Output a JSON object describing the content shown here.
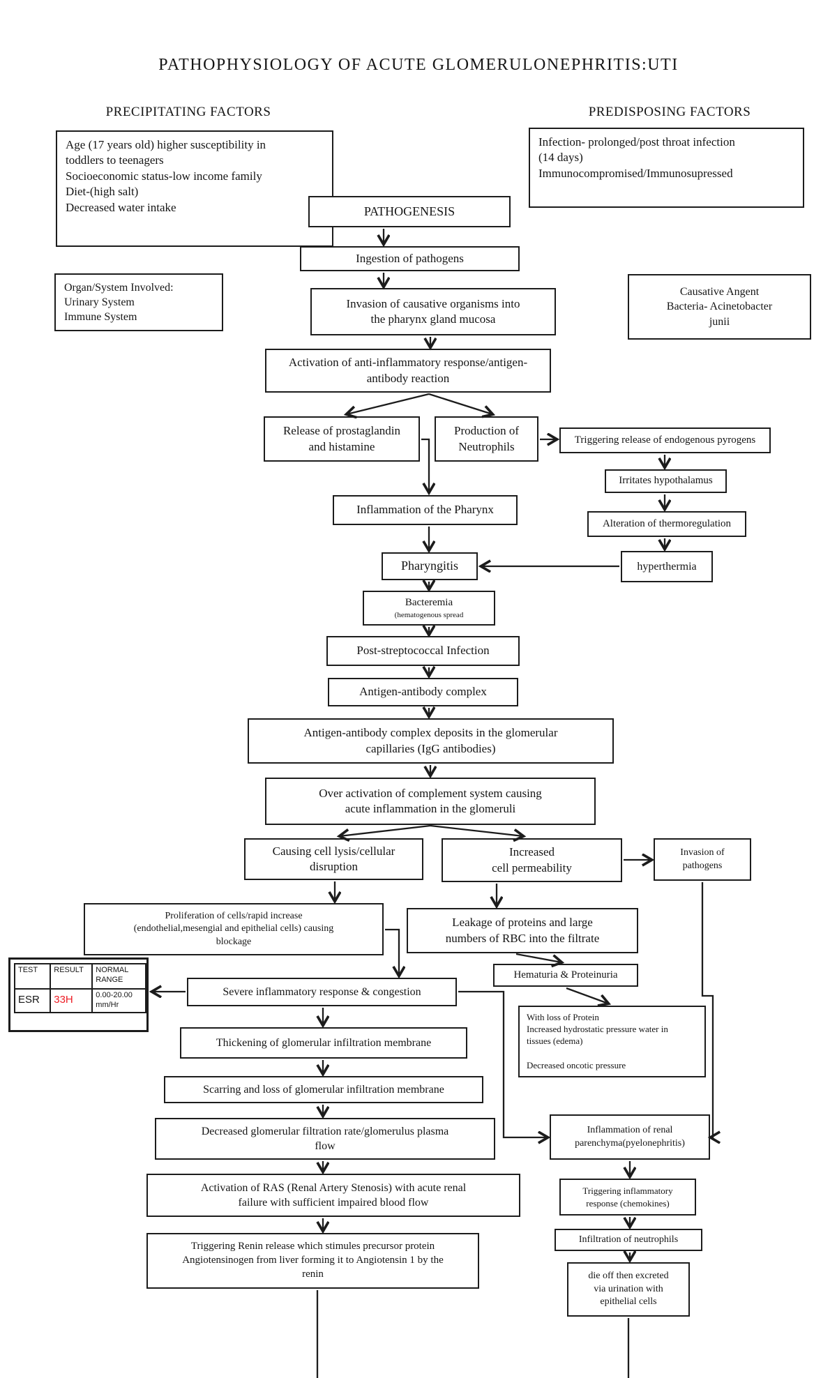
{
  "title": "PATHOPHYSIOLOGY OF ACUTE GLOMERULONEPHRITIS:UTI",
  "headers": {
    "left": "PRECIPITATING FACTORS",
    "right": "PREDISPOSING FACTORS"
  },
  "nodes": {
    "precipitating-factors": {
      "lines": [
        "Age (17 years old) higher susceptibility in",
        "toddlers to teenagers",
        "Socioeconomic status-low income family",
        "Diet-(high salt)",
        "Decreased water intake"
      ]
    },
    "predisposing-factors": {
      "lines": [
        "Infection- prolonged/post throat infection",
        "(14 days)",
        "Immunocompromised/Immunosupressed"
      ]
    },
    "pathogenesis": {
      "lines": [
        "PATHOGENESIS"
      ]
    },
    "ingestion": {
      "lines": [
        "Ingestion of pathogens"
      ]
    },
    "organ-system": {
      "lines": [
        "Organ/System Involved:",
        "Urinary System",
        "Immune System"
      ]
    },
    "invasion-organisms": {
      "lines": [
        "Invasion of causative organisms into",
        "the pharynx gland mucosa"
      ]
    },
    "causative-agent": {
      "lines": [
        "Causative Angent",
        "Bacteria- Acinetobacter",
        "junii"
      ]
    },
    "activation-response": {
      "lines": [
        "Activation of anti-inflammatory response/antigen-",
        "antibody reaction"
      ]
    },
    "release-prostaglandin": {
      "lines": [
        "Release of prostaglandin",
        "and histamine"
      ]
    },
    "production-neutrophils": {
      "lines": [
        "Production of",
        "Neutrophils"
      ]
    },
    "endogenous-pyrogens": {
      "lines": [
        "Triggering release of endogenous pyrogens"
      ]
    },
    "irritates-hypothalamus": {
      "lines": [
        "Irritates hypothalamus"
      ]
    },
    "thermoregulation": {
      "lines": [
        "Alteration of thermoregulation"
      ]
    },
    "hyperthermia": {
      "lines": [
        "hyperthermia"
      ]
    },
    "inflammation-pharynx": {
      "lines": [
        "Inflammation of the Pharynx"
      ]
    },
    "pharyngitis": {
      "lines": [
        "Pharyngitis"
      ]
    },
    "bacteremia": {
      "lines": [
        "Bacteremia",
        "(hematogenous spread"
      ]
    },
    "post-streptococcal": {
      "lines": [
        "Post-streptococcal Infection"
      ]
    },
    "antigen-antibody-complex": {
      "lines": [
        "Antigen-antibody complex"
      ]
    },
    "complex-deposits": {
      "lines": [
        "Antigen-antibody complex deposits in the glomerular",
        "capillaries (IgG antibodies)"
      ]
    },
    "over-activation": {
      "lines": [
        "Over activation of complement system causing",
        "acute inflammation in the glomeruli"
      ]
    },
    "cell-lysis": {
      "lines": [
        "Causing cell lysis/cellular",
        "disruption"
      ]
    },
    "cell-permeability": {
      "lines": [
        "Increased",
        "cell permeability"
      ]
    },
    "invasion-pathogens": {
      "lines": [
        "Invasion of",
        "pathogens"
      ]
    },
    "proliferation": {
      "lines": [
        "Proliferation of cells/rapid increase",
        "(endothelial,mesengial and epithelial cells) causing",
        "blockage"
      ]
    },
    "leakage": {
      "lines": [
        "Leakage of proteins and large",
        "numbers of RBC into the filtrate"
      ]
    },
    "severe-inflammatory": {
      "lines": [
        "Severe inflammatory response & congestion"
      ]
    },
    "hematuria": {
      "lines": [
        "Hematuria & Proteinuria"
      ]
    },
    "with-loss-protein": {
      "lines": [
        "With loss of Protein",
        "Increased hydrostatic pressure water in",
        "tissues (edema)",
        "",
        "Decreased oncotic pressure"
      ]
    },
    "thickening": {
      "lines": [
        "Thickening of glomerular infiltration membrane"
      ]
    },
    "scarring": {
      "lines": [
        "Scarring and loss of glomerular infiltration membrane"
      ]
    },
    "decreased-gfr": {
      "lines": [
        "Decreased glomerular filtration rate/glomerulus plasma",
        "flow"
      ]
    },
    "pyelonephritis": {
      "lines": [
        "Inflammation of renal",
        "parenchyma(pyelonephritis)"
      ]
    },
    "activation-ras": {
      "lines": [
        "Activation of RAS (Renal Artery Stenosis) with acute renal",
        "failure with sufficient impaired blood flow"
      ]
    },
    "renin-release": {
      "lines": [
        "Triggering Renin release which stimules precursor protein",
        "Angiotensinogen from liver forming it to Angiotensin 1 by the",
        "renin"
      ]
    },
    "chemokines": {
      "lines": [
        "Triggering inflammatory",
        "response (chemokines)"
      ]
    },
    "infiltration-neutrophils": {
      "lines": [
        "Infiltration of neutrophils"
      ]
    },
    "die-off": {
      "lines": [
        "die off then excreted",
        "via urination with",
        "epithelial cells"
      ]
    }
  },
  "lab_table": {
    "columns": [
      "TEST",
      "RESULT",
      "NORMAL RANGE"
    ],
    "row": {
      "test": "ESR",
      "result": "33H",
      "normal_range": [
        "0.00-20.00",
        "mm/Hr"
      ]
    },
    "result_color": "#ed1c24"
  },
  "colors": {
    "line": "#1c1c1c",
    "text": "#151515",
    "background": "#ffffff"
  }
}
